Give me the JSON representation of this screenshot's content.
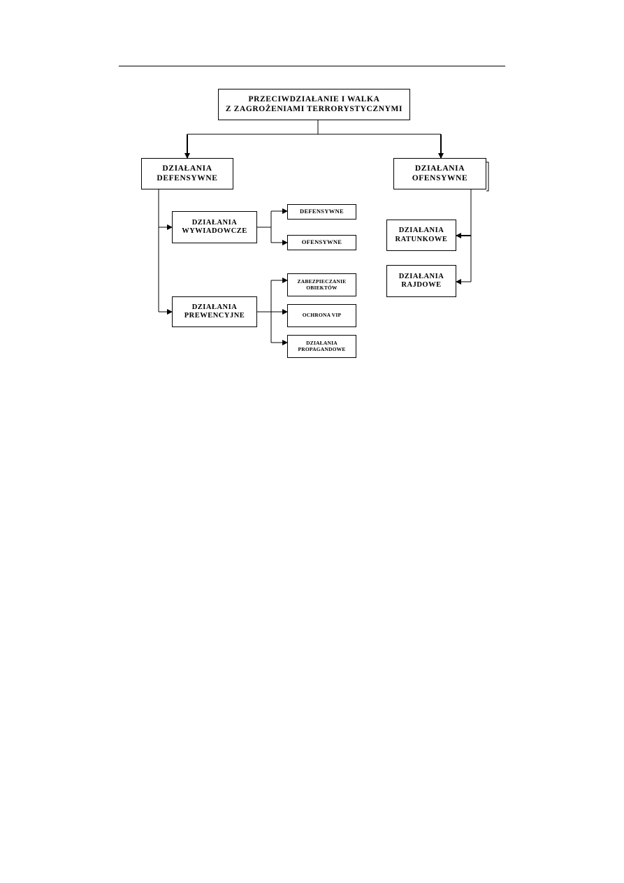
{
  "diagram": {
    "root": {
      "line1": "PRZECIWDZIAŁANIE I WALKA",
      "line2": "Z ZAGROŻENIAMI TERRORYSTYCZNYMI"
    },
    "defensive": {
      "line1": "DZIAŁANIA",
      "line2": "DEFENSYWNE",
      "intelligence": {
        "line1": "DZIAŁANIA",
        "line2": "WYWIADOWCZE",
        "children": [
          "DEFENSYWNE",
          "OFENSYWNE"
        ]
      },
      "preventive": {
        "line1": "DZIAŁANIA",
        "line2": "PREWENCYJNE",
        "children": [
          {
            "line1": "ZABEZPIECZANIE",
            "line2": "OBIEKTÓW"
          },
          {
            "line1": "OCHRONA VIP",
            "line2": ""
          },
          {
            "line1": "DZIAŁANIA",
            "line2": "PROPAGANDOWE"
          }
        ]
      }
    },
    "offensive": {
      "line1": "DZIAŁANIA",
      "line2": "OFENSYWNE",
      "children": [
        {
          "line1": "DZIAŁANIA",
          "line2": "RATUNKOWE"
        },
        {
          "line1": "DZIAŁANIA",
          "line2": "RAJDOWE"
        }
      ]
    }
  },
  "colors": {
    "line": "#000000",
    "background": "#ffffff"
  }
}
